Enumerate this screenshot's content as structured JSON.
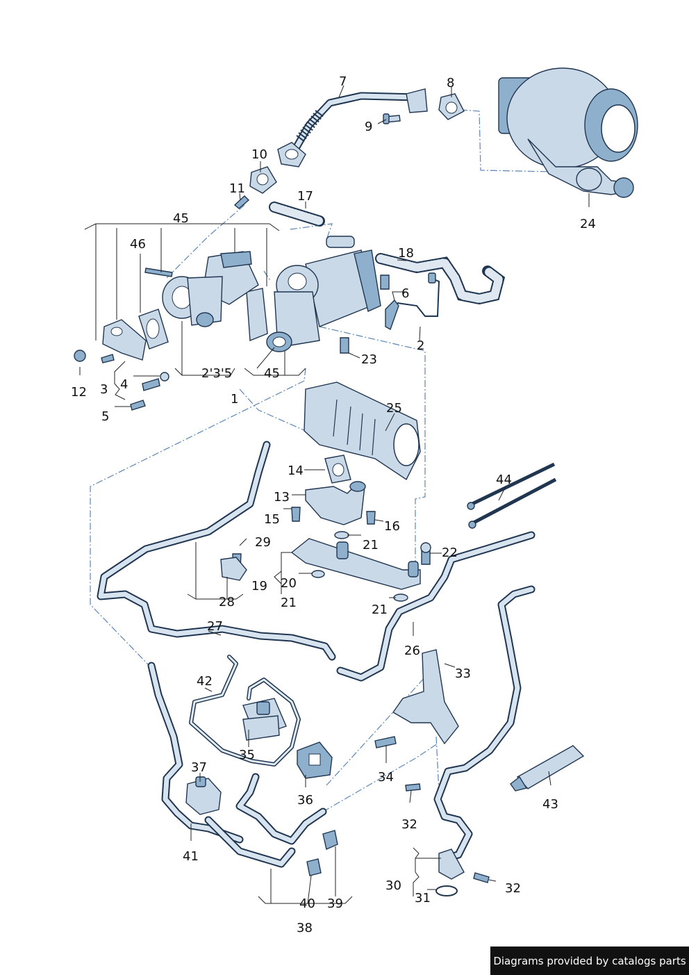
{
  "callouts": {
    "c1": "1",
    "c2": "2",
    "c2_3_5": "2'3'5",
    "c3": "3",
    "c4": "4",
    "c5": "5",
    "c6": "6",
    "c7": "7",
    "c8": "8",
    "c9": "9",
    "c10": "10",
    "c11": "11",
    "c12": "12",
    "c13": "13",
    "c14": "14",
    "c15": "15",
    "c16": "16",
    "c17": "17",
    "c18": "18",
    "c19": "19",
    "c20": "20",
    "c21a": "21",
    "c21b": "21",
    "c21c": "21",
    "c22": "22",
    "c23": "23",
    "c24": "24",
    "c25": "25",
    "c26": "26",
    "c27": "27",
    "c28": "28",
    "c29": "29",
    "c30": "30",
    "c31": "31",
    "c32a": "32",
    "c32b": "32",
    "c33": "33",
    "c34": "34",
    "c35": "35",
    "c36": "36",
    "c37": "37",
    "c38": "38",
    "c39": "39",
    "c40": "40",
    "c41": "41",
    "c42": "42",
    "c43": "43",
    "c44": "44",
    "c45a": "45",
    "c45b": "45",
    "c46": "46"
  },
  "credit": "Diagrams provided by catalogs parts"
}
